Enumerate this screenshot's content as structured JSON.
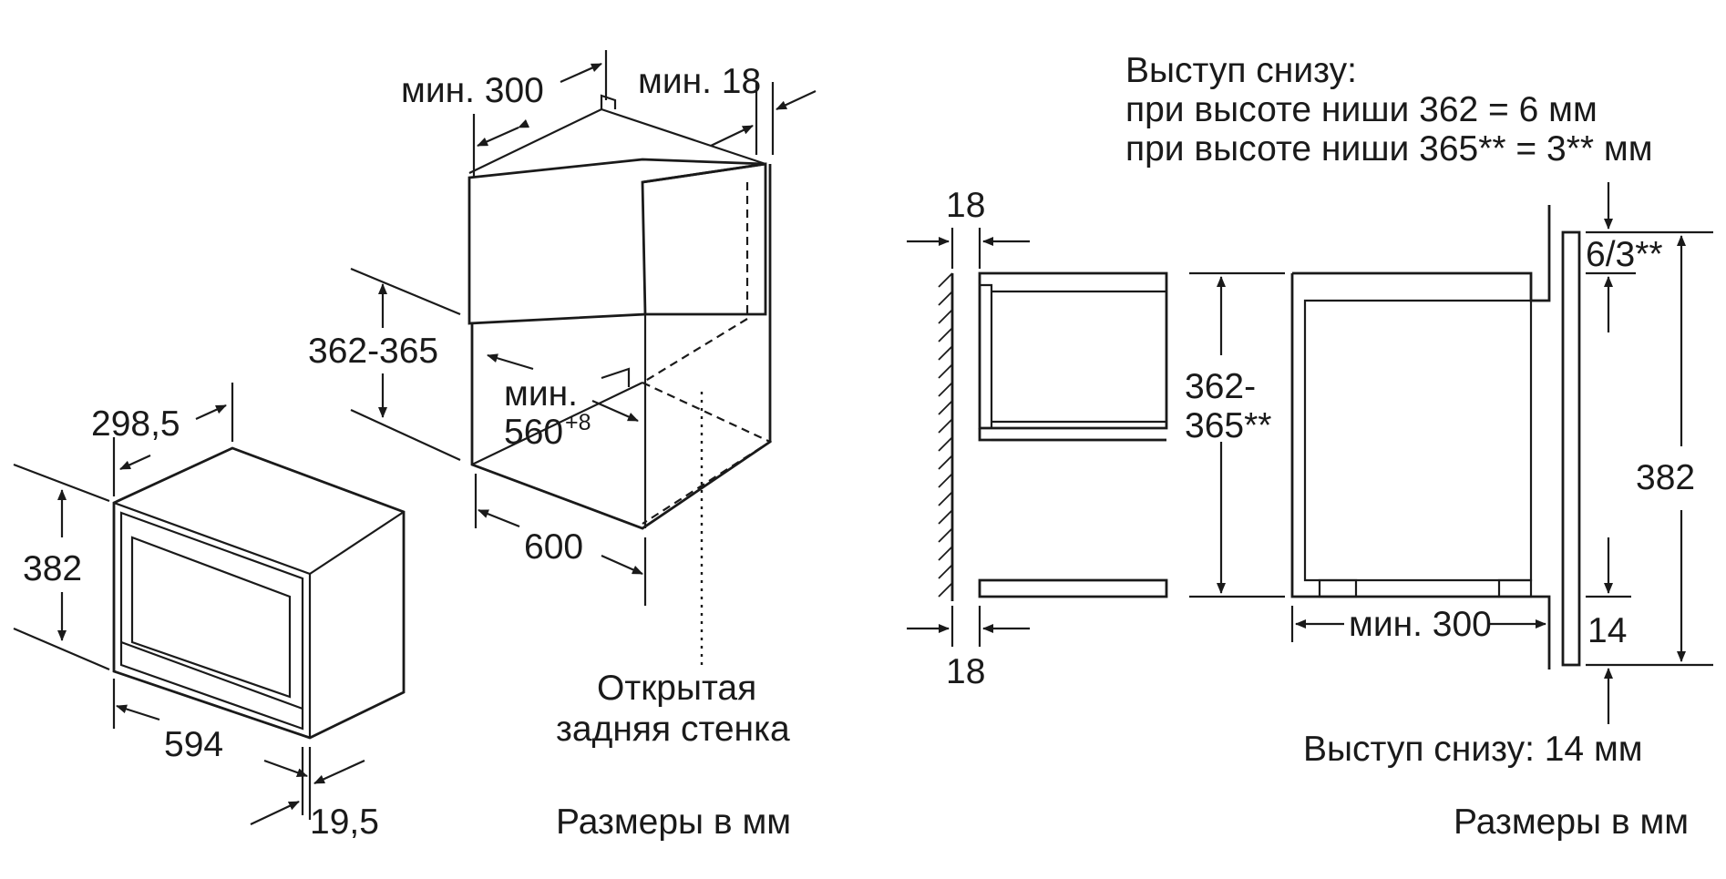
{
  "left": {
    "cabinet": {
      "depth_min": "мин. 300",
      "side_min": "мин. 18",
      "height": "362-365",
      "opening_min_prefix": "мин.",
      "opening_min_value": "560",
      "opening_tolerance": "+8",
      "width": "600",
      "open_back_line1": "Открытая",
      "open_back_line2": "задняя стенка"
    },
    "appliance": {
      "depth": "298,5",
      "height": "382",
      "width": "594",
      "front_depth": "19,5"
    },
    "units": "Размеры в мм"
  },
  "right": {
    "protrusion_title": "Выступ снизу:",
    "protrusion_362": "при высоте ниши 362 = 6 мм",
    "protrusion_365": "при высоте ниши 365** = 3** мм",
    "panel_top": "18",
    "panel_bottom": "18",
    "niche_height_line1": "362-",
    "niche_height_line2": "365**",
    "top_offset": "6/3**",
    "total_height": "382",
    "depth_min": "мин. 300",
    "bottom_offset": "14",
    "protrusion_bottom": "Выступ снизу: 14 мм",
    "units": "Размеры в мм"
  }
}
